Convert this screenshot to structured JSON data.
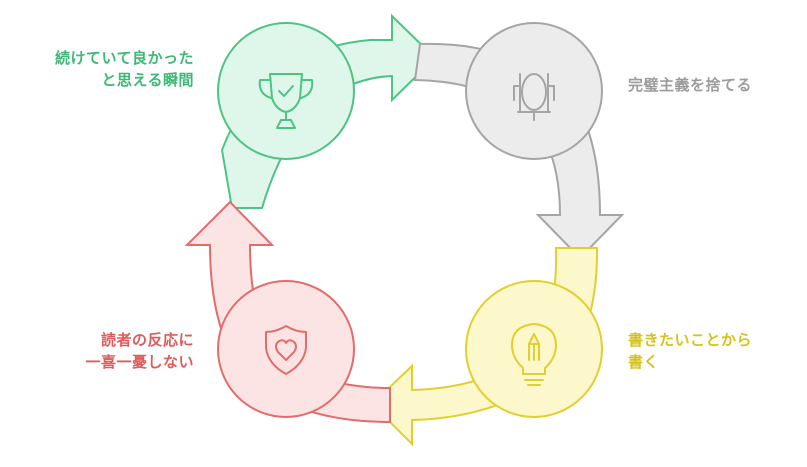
{
  "colors": {
    "green_fill": "#dff7ea",
    "green_stroke": "#4dc384",
    "green_text": "#3cb878",
    "gray_fill": "#ececec",
    "gray_stroke": "#a5a5a5",
    "gray_text": "#9c9c9c",
    "yellow_fill": "#fdf7cc",
    "yellow_stroke": "#e2cf2d",
    "yellow_text": "#d6c21a",
    "red_fill": "#fde4e4",
    "red_stroke": "#e56b6b",
    "red_text": "#e05a5a"
  },
  "steps": [
    {
      "icon": "trophy-icon",
      "lines": [
        "続けていて良かった",
        "と思える瞬間"
      ]
    },
    {
      "icon": "mirror-icon",
      "lines": [
        "完璧主義を捨てる"
      ]
    },
    {
      "icon": "pencil-bulb-icon",
      "lines": [
        "書きたいことから",
        "書く"
      ]
    },
    {
      "icon": "heart-shield-icon",
      "lines": [
        "読者の反応に",
        "一喜一憂しない"
      ]
    }
  ]
}
